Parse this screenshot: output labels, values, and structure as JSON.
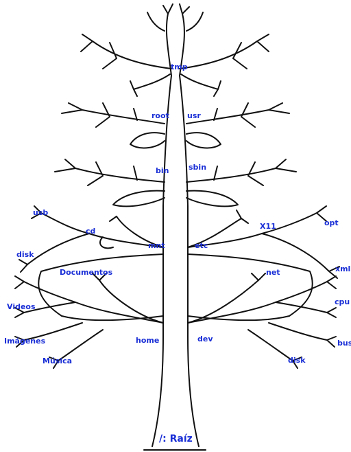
{
  "colors": {
    "outline": "#111111",
    "label": "#1a2fd6",
    "background": "#ffffff"
  },
  "labels": {
    "tmp": "tmp",
    "root": "root",
    "usr": "usr",
    "bin": "bin",
    "sbin": "sbin",
    "usb": "usb",
    "cd": "cd",
    "mnt": "mnt",
    "etc": "etc",
    "x11": "X11",
    "opt": "opt",
    "disk_left": "disk",
    "documentos": "Documentos",
    "net": "net",
    "xml": "xml",
    "videos": "Videos",
    "cpu": "cpu",
    "imagenes": "Imágenes",
    "home": "home",
    "dev": "dev",
    "bus": "bus",
    "musica": "Música",
    "disk_right": "disk",
    "raiz": "/: Raíz"
  }
}
